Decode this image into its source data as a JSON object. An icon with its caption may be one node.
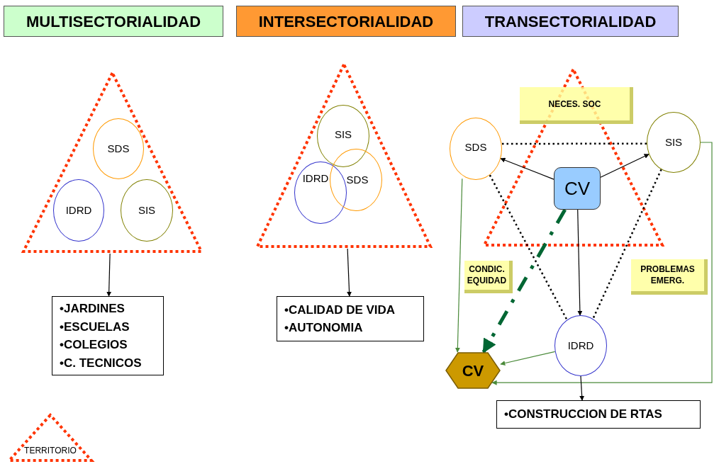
{
  "diagram": {
    "nodes": [
      {
        "text": [
          "MULTISECTORIALIDAD"
        ]
      },
      {
        "text": [
          "INTERSECTORIALIDAD"
        ]
      },
      {
        "text": [
          "TRANSECTORIALIDAD"
        ]
      },
      {
        "text": [],
        "shape": "triangle"
      },
      {
        "text": [
          "SDS"
        ],
        "in": 3
      },
      {
        "text": [
          "IDRD"
        ],
        "in": 3
      },
      {
        "text": [
          "SIS"
        ],
        "in": 3
      },
      {
        "text": [
          "•JARDINES",
          "•ESCUELAS",
          "•COLEGIOS",
          "•C. TECNICOS"
        ]
      },
      {
        "text": [],
        "shape": "triangle"
      },
      {
        "text": [
          "SIS"
        ],
        "in": 8
      },
      {
        "text": [
          "IDRD"
        ],
        "in": 8
      },
      {
        "text": [
          "SDS"
        ],
        "in": 8
      },
      {
        "text": [
          "•CALIDAD DE VIDA",
          "•AUTONOMIA"
        ]
      },
      {
        "text": [
          "NECES. SOC"
        ]
      },
      {
        "text": [
          "SDS"
        ]
      },
      {
        "text": [
          "SIS"
        ]
      },
      {
        "text": [
          "CV"
        ]
      },
      {
        "text": [
          "CONDIC. EQUIDAD"
        ]
      },
      {
        "text": [
          "PROBLEMAS EMERG."
        ]
      },
      {
        "text": [
          "IDRD"
        ]
      },
      {
        "text": [
          "CV"
        ]
      },
      {
        "text": [
          "•CONSTRUCCION DE RTAS"
        ]
      },
      {
        "text": [
          "TERRITORIO"
        ]
      }
    ],
    "edges": [
      {
        "from": 3,
        "to": 7,
        "arrow": "to"
      },
      {
        "from": 8,
        "to": 12,
        "arrow": "to"
      },
      {
        "from": 14,
        "to": 15,
        "arrow": "none",
        "style": "dashed"
      },
      {
        "from": 16,
        "to": 14,
        "arrow": "to"
      },
      {
        "from": 16,
        "to": 15,
        "arrow": "to"
      },
      {
        "from": 14,
        "to": 19,
        "arrow": "none",
        "style": "dashed"
      },
      {
        "from": 15,
        "to": 19,
        "arrow": "none",
        "style": "dashed"
      },
      {
        "from": 16,
        "to": 19,
        "arrow": "to"
      },
      {
        "from": 16,
        "to": 20,
        "arrow": "to",
        "style": "dashed",
        "color": "#006633"
      },
      {
        "from": 14,
        "to": 20,
        "arrow": "to",
        "color": "#4a8a3a"
      },
      {
        "from": 19,
        "to": 20,
        "arrow": "to",
        "color": "#4a8a3a"
      },
      {
        "from": 15,
        "to": 20,
        "arrow": "to",
        "color": "#4a8a3a"
      },
      {
        "from": 19,
        "to": 21,
        "arrow": "to"
      }
    ]
  }
}
